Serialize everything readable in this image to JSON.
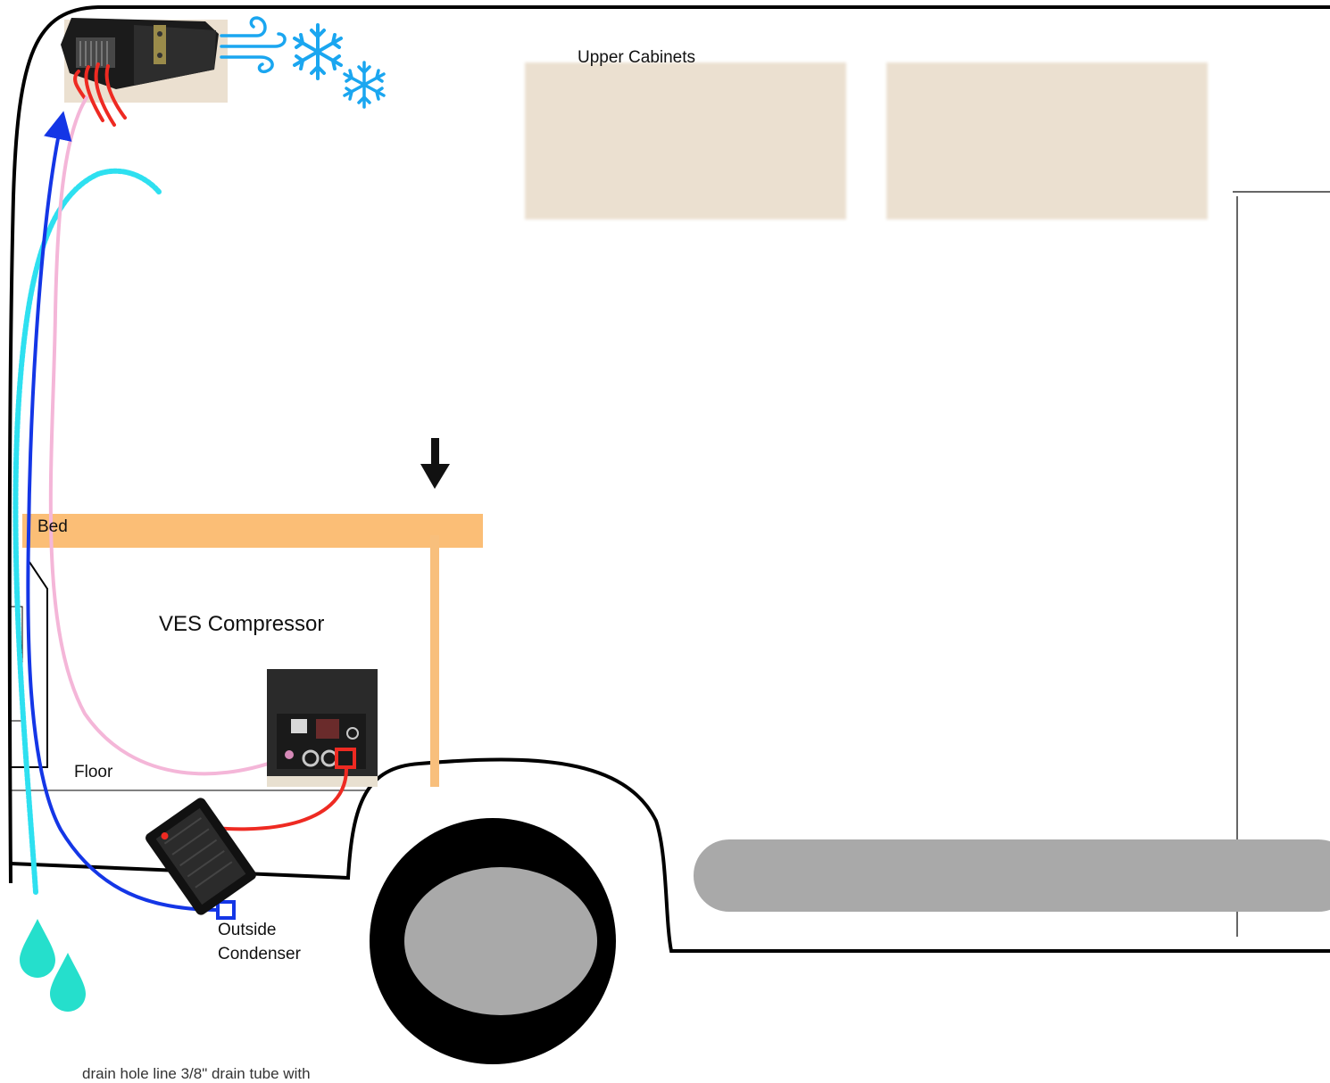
{
  "labels": {
    "upper_cabinets": "Upper Cabinets",
    "bed": "Bed",
    "compressor": "VES Compressor",
    "floor": "Floor",
    "condenser": "Outside\nCondenser",
    "bottom_note": "drain hole line 3/8\" drain tube with"
  },
  "icons": {
    "evaporator": "evaporator-unit-photo",
    "cold_air": "wind-icon",
    "snowflake": "snowflake-icon",
    "heat": "heat-waves-icon",
    "water": "water-drop-icon",
    "down_arrow": "down-arrow-icon",
    "compressor": "compressor-photo",
    "condenser": "condenser-photo"
  },
  "colors": {
    "van_outline": "#000000",
    "cabinet": "#ebe0d0",
    "bed": "#fbbe76",
    "bed_post": "#f8bf7c",
    "suction_line_blue": "#1436e6",
    "liquid_line_pink": "#f4b6d8",
    "hot_line_red": "#ee2a22",
    "drain_cyan": "#2ee0f0",
    "snowflake": "#1aa6f0",
    "water_drop": "#25dfcc",
    "wheel_tire": "#000000",
    "wheel_hub": "#a9a9a9",
    "side_step": "#a9a9a9"
  }
}
